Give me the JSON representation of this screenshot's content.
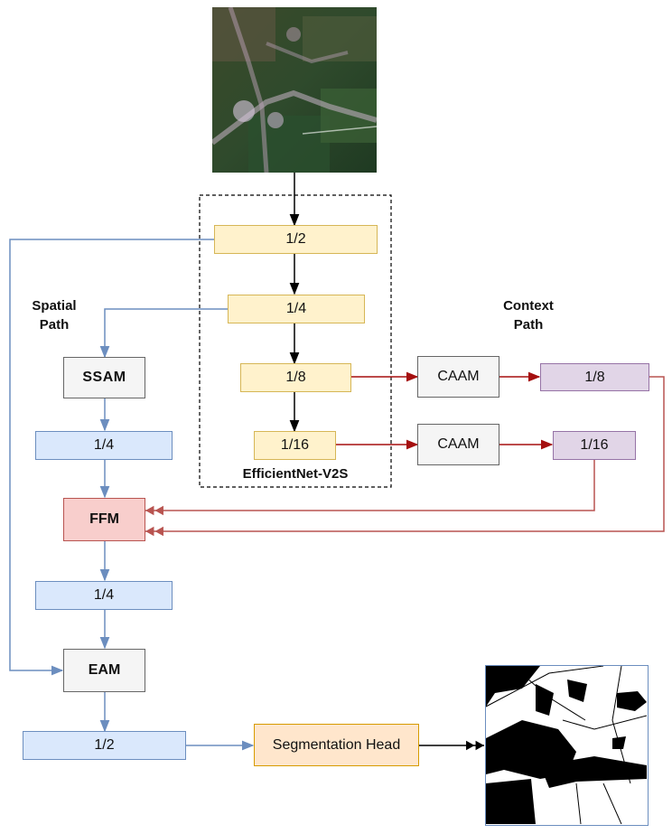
{
  "encoder": {
    "label": "EfficientNet-V2S",
    "stages": [
      "1/2",
      "1/4",
      "1/8",
      "1/16"
    ]
  },
  "spatial_path": {
    "title_line1": "Spatial",
    "title_line2": "Path",
    "ssam": "SSAM",
    "ssam_out": "1/4",
    "ffm": "FFM",
    "ffm_out": "1/4",
    "eam": "EAM",
    "eam_out": "1/2"
  },
  "context_path": {
    "title_line1": "Context",
    "title_line2": "Path",
    "caam_top": "CAAM",
    "caam_top_out": "1/8",
    "caam_bottom": "CAAM",
    "caam_bottom_out": "1/16"
  },
  "head": {
    "label": "Segmentation Head"
  },
  "colors": {
    "yellow_fill": "#fff2cc",
    "yellow_stroke": "#d6b656",
    "blue_fill": "#dae8fc",
    "blue_stroke": "#6c8ebf",
    "gray_fill": "#f5f5f5",
    "gray_stroke": "#666666",
    "red_fill": "#f8cecc",
    "red_stroke": "#b85450",
    "purple_fill": "#e1d5e7",
    "purple_stroke": "#9673a6",
    "orange_fill": "#ffe6cc",
    "orange_stroke": "#d79b00",
    "dark_red_arrow": "#a50f0f",
    "black_arrow": "#000000"
  },
  "images": {
    "input": "satellite-input-image",
    "output": "binary-segmentation-mask"
  }
}
